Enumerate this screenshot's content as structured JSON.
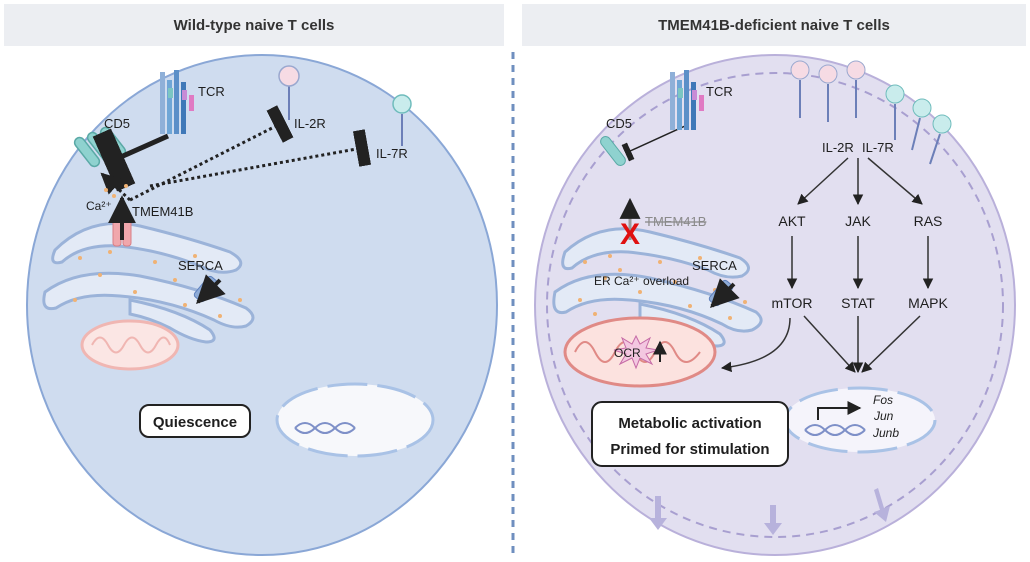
{
  "left_panel": {
    "title": "Wild-type naive T cells",
    "labels": {
      "cd5": "CD5",
      "tcr": "TCR",
      "il2r": "IL-2R",
      "il7r": "IL-7R",
      "ca": "Ca²⁺",
      "tmem41b": "TMEM41B",
      "serca": "SERCA",
      "quiescence": "Quiescence"
    }
  },
  "right_panel": {
    "title": "TMEM41B-deficient naive T cells",
    "labels": {
      "cd5": "CD5",
      "tcr": "TCR",
      "il2r": "IL-2R",
      "il7r": "IL-7R",
      "tmem41b": "TMEM41B",
      "er_overload": "ER Ca²⁺ overload",
      "serca": "SERCA",
      "ocr": "OCR",
      "akt": "AKT",
      "jak": "JAK",
      "ras": "RAS",
      "mtor": "mTOR",
      "stat": "STAT",
      "mapk": "MAPK",
      "metabolic": "Metabolic activation",
      "primed": "Primed for stimulation",
      "fos": "Fos",
      "jun": "Jun",
      "junb": "Junb"
    }
  },
  "colors": {
    "cell_left": "#cfdcef",
    "cell_right": "#dcd7ec",
    "er_fill": "#e3eaf6",
    "mito_fill": "#fbe6e4",
    "mito_stroke": "#e08a86",
    "receptor": "#7cc8c8",
    "divider": "#6f8fbf"
  }
}
